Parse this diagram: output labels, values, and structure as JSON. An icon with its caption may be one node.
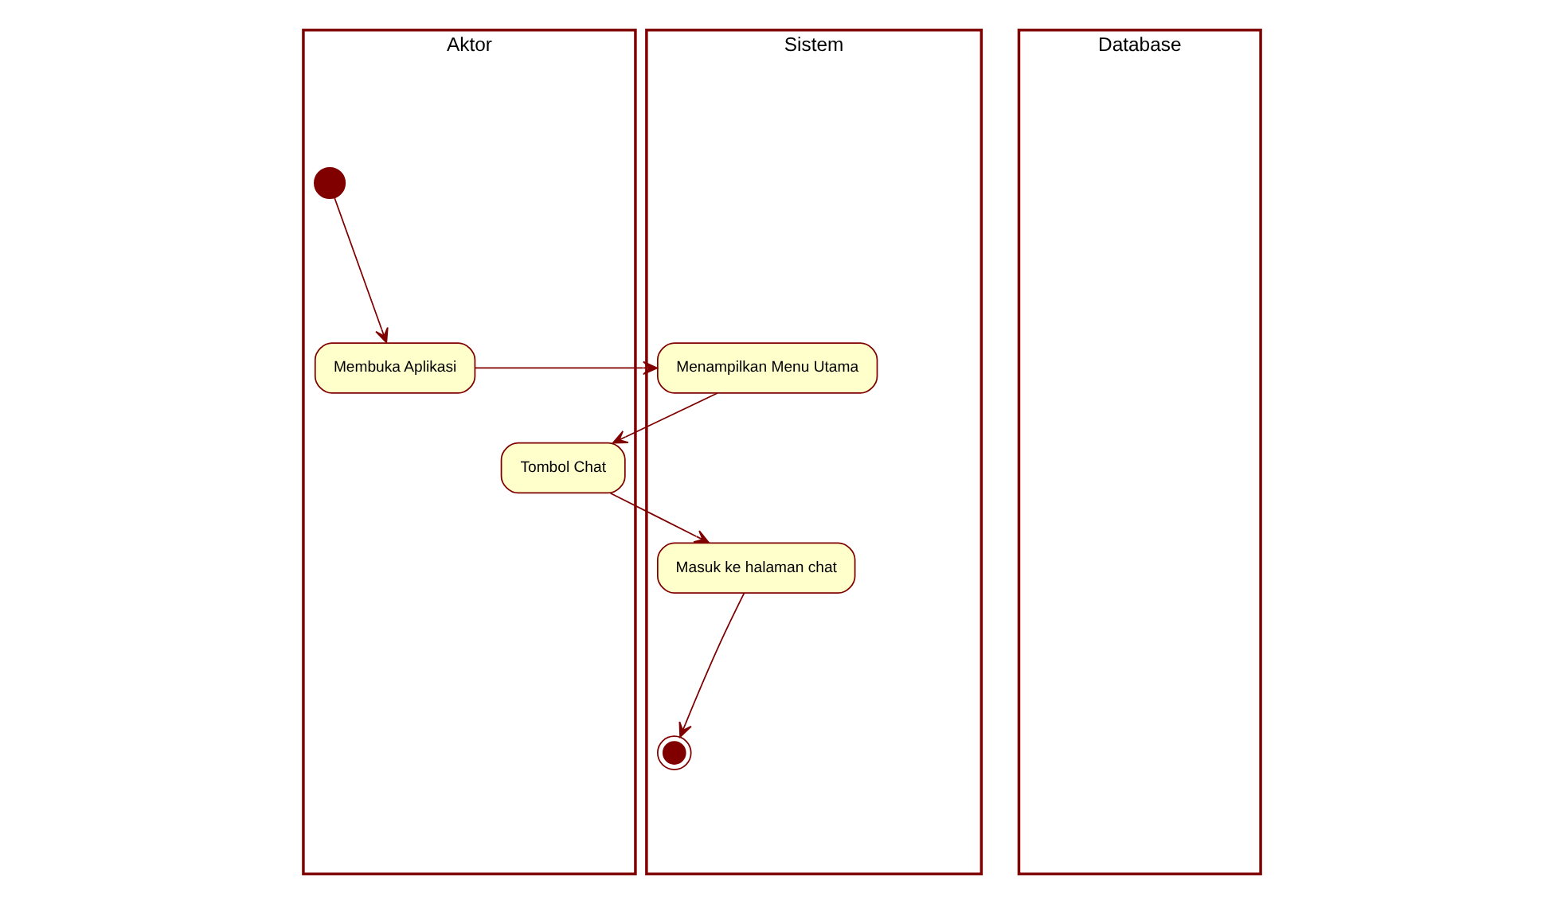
{
  "diagram": {
    "nodes": [
      {
        "text": [
          "Aktor"
        ]
      },
      {
        "text": [
          "Sistem"
        ]
      },
      {
        "text": [
          "Database"
        ]
      },
      {
        "text": [],
        "shape": "circle",
        "in": 0
      },
      {
        "text": [
          "Membuka Aplikasi"
        ],
        "in": 0
      },
      {
        "text": [
          "Menampilkan Menu Utama"
        ],
        "in": 1
      },
      {
        "text": [
          "Tombol Chat"
        ],
        "in": 0
      },
      {
        "text": [
          "Masuk ke halaman chat"
        ],
        "in": 1
      },
      {
        "text": [],
        "shape": "circle",
        "in": 1
      }
    ],
    "edges": [
      {
        "from": 3,
        "to": 4,
        "arrow": "to"
      },
      {
        "from": 4,
        "to": 5,
        "arrow": "to"
      },
      {
        "from": 5,
        "to": 6,
        "arrow": "to"
      },
      {
        "from": 6,
        "to": 7,
        "arrow": "to"
      },
      {
        "from": 7,
        "to": 8,
        "arrow": "to"
      }
    ]
  }
}
